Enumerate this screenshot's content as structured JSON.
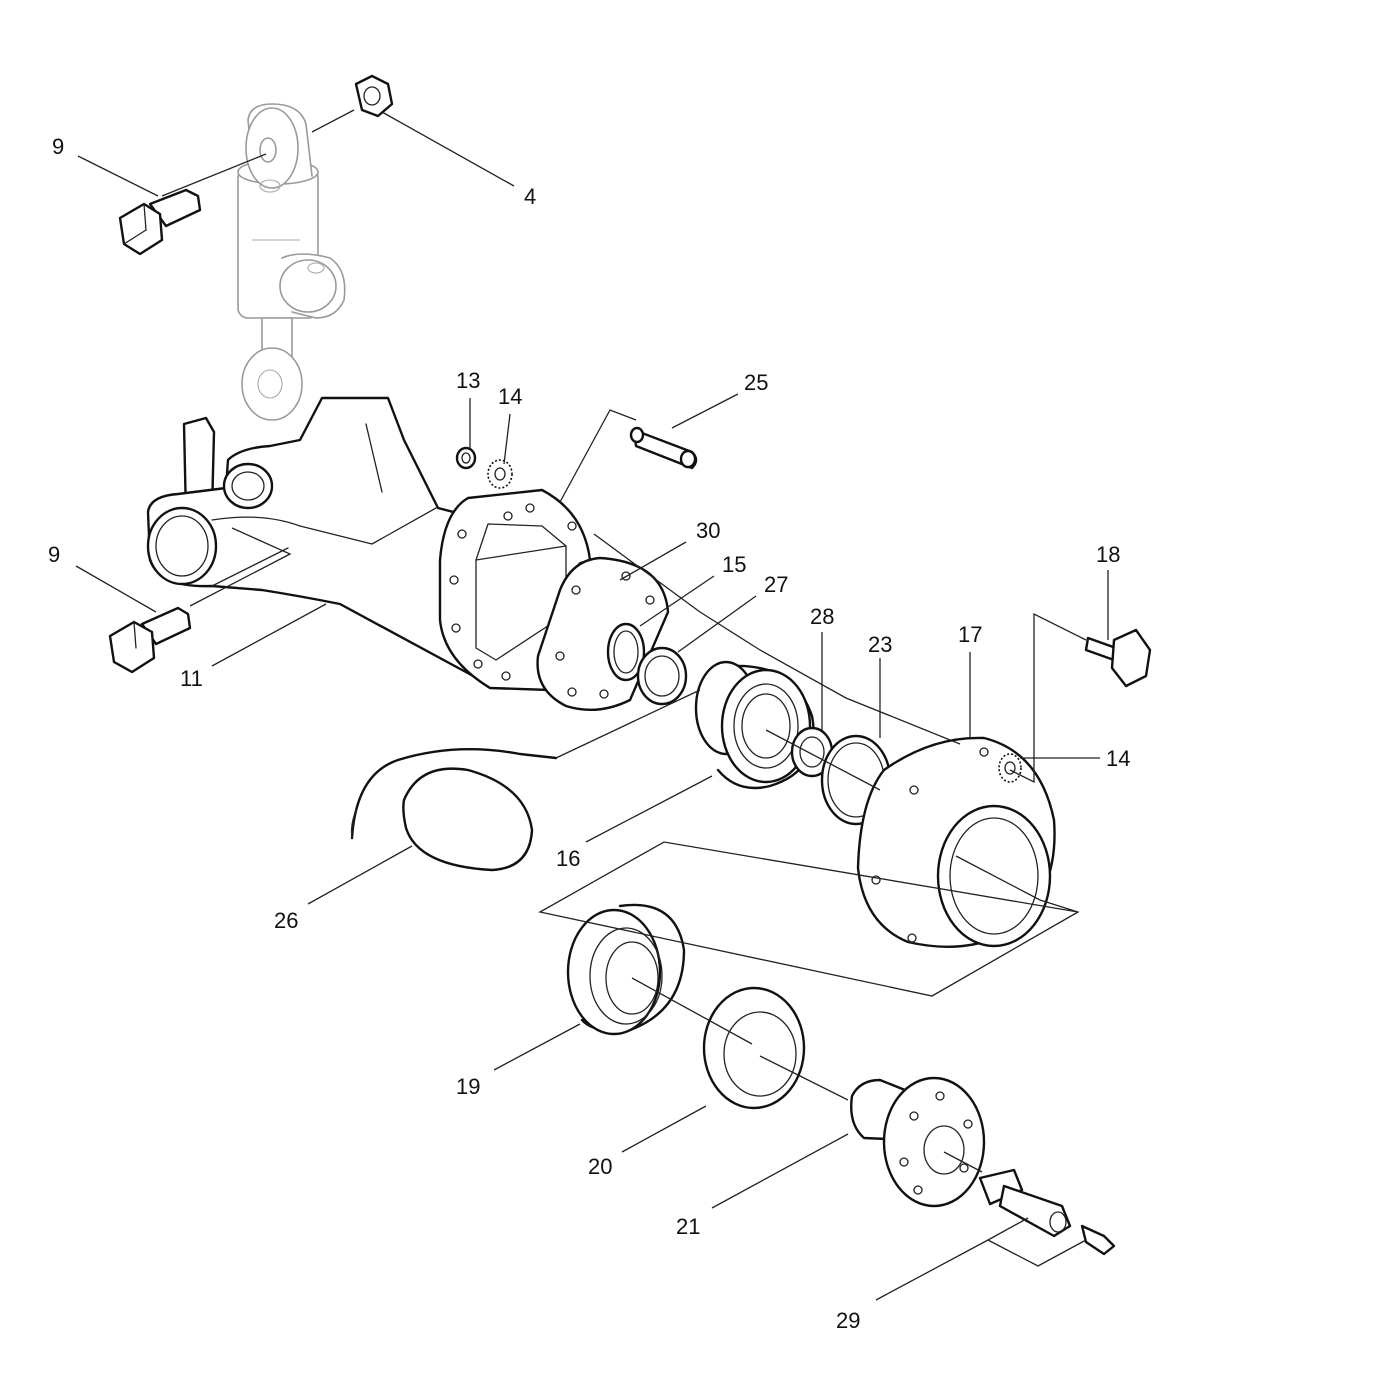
{
  "callouts": {
    "c9a": "9",
    "c4": "4",
    "c13": "13",
    "c14a": "14",
    "c25": "25",
    "c30": "30",
    "c15": "15",
    "c27": "27",
    "c28": "28",
    "c23": "23",
    "c17": "17",
    "c18": "18",
    "c14b": "14",
    "c9b": "9",
    "c11": "11",
    "c16": "16",
    "c26": "26",
    "c19": "19",
    "c20": "20",
    "c21": "21",
    "c29": "29"
  }
}
